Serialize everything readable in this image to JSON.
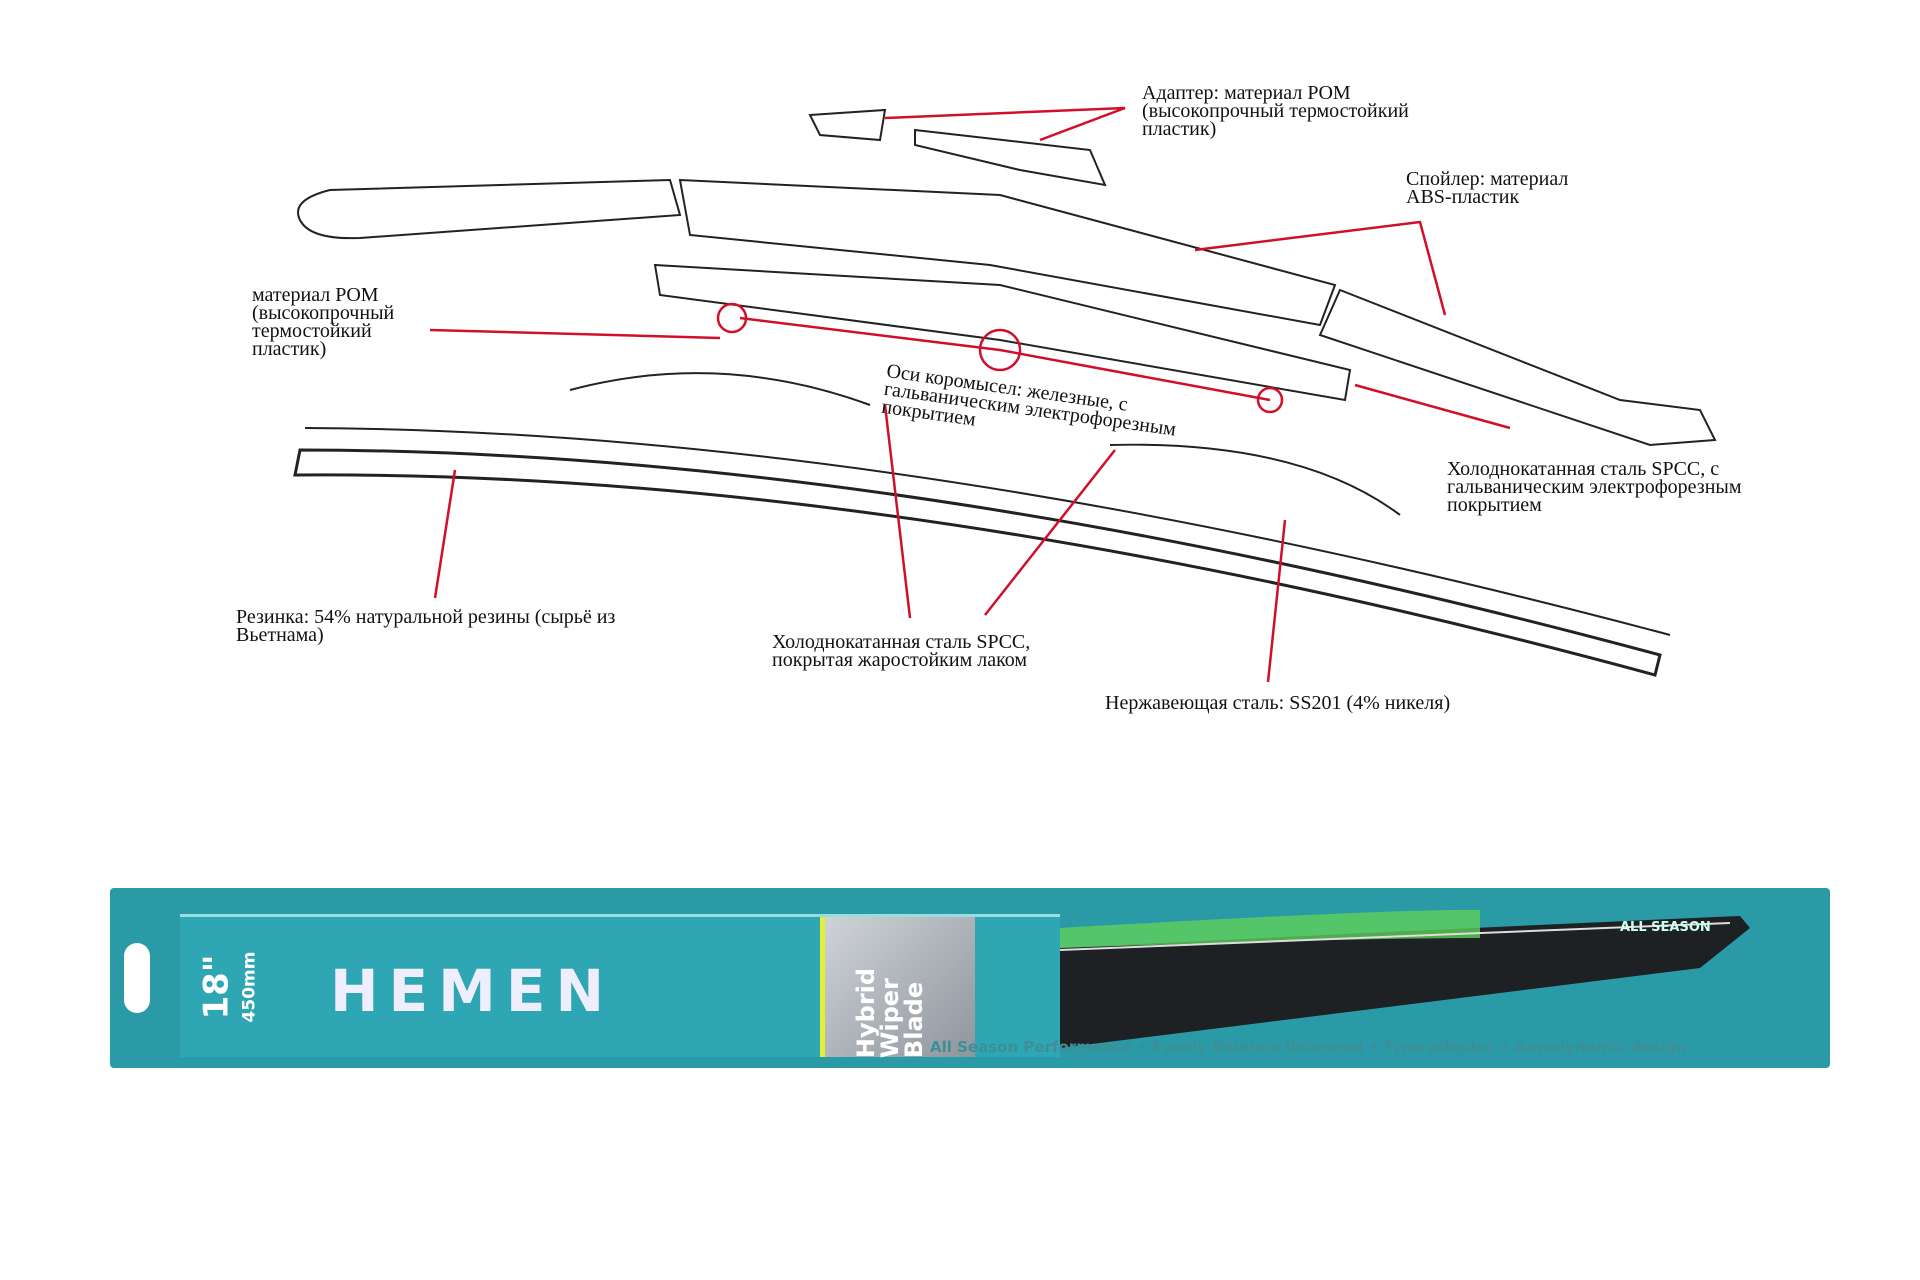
{
  "labels": {
    "adapter": "Адаптер: материал POM\n(высокопрочный термостойкий\nпластик)",
    "spoiler": "Спойлер: материал\nABS-пластик",
    "pom": "материал POM\n(высокопрочный\nтермостойкий\nпластик)",
    "axes": "Оси коромысел: железные, с\nгальваническим электрофорезным\nпокрытием",
    "spcc_galv": "Холоднокатанная сталь SPCC, с\nгальваническим электрофорезным\nпокрытием",
    "rubber": "Резинка: 54% натуральной резины (сырьё из\nВьетнама)",
    "spcc_lacquer": "Холоднокатанная сталь SPCC,\nпокрытая жаростойким лаком",
    "stainless": "Нержавеющая сталь: SS201 (4% никеля)"
  },
  "package": {
    "size_inch": "18\"",
    "size_mm": "450mm",
    "brand": "HEMEN",
    "product": "Hybrid\nWiper\nBlade",
    "season": "ALL SEASON",
    "features": "All Season Performance • Evenly Balance Universal • Type adapter • Aerodynamic design"
  },
  "colors": {
    "leader": "#d0102a",
    "package": "#2a9aa6",
    "accent": "#e4ef3a"
  }
}
